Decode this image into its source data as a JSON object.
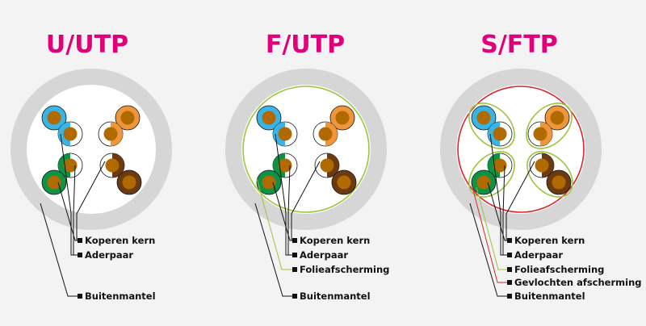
{
  "colors": {
    "title": "#e2007a",
    "outer_jacket": "#d6d6d6",
    "cable_core": "#ffffff",
    "wire_copper": "#b06a00",
    "foil": "#9bc53d",
    "braid": "#d8262a",
    "leader": "#111111",
    "wire_blue": "#3ab4e4",
    "wire_orange": "#f0963a",
    "wire_green": "#0e9244",
    "wire_brown": "#6b3a10"
  },
  "diagrams": [
    {
      "title": "U/UTP",
      "labels": {
        "copper_core": "Koperen kern",
        "pair": "Aderpaar",
        "outer_jacket": "Buitenmantel"
      }
    },
    {
      "title": "F/UTP",
      "labels": {
        "copper_core": "Koperen kern",
        "pair": "Aderpaar",
        "foil_shield": "Folieafscherming",
        "outer_jacket": "Buitenmantel"
      }
    },
    {
      "title": "S/FTP",
      "labels": {
        "copper_core": "Koperen kern",
        "pair": "Aderpaar",
        "foil_shield": "Folieafscherming",
        "braided_shield": "Gevlochten afscherming",
        "outer_jacket": "Buitenmantel"
      }
    }
  ]
}
